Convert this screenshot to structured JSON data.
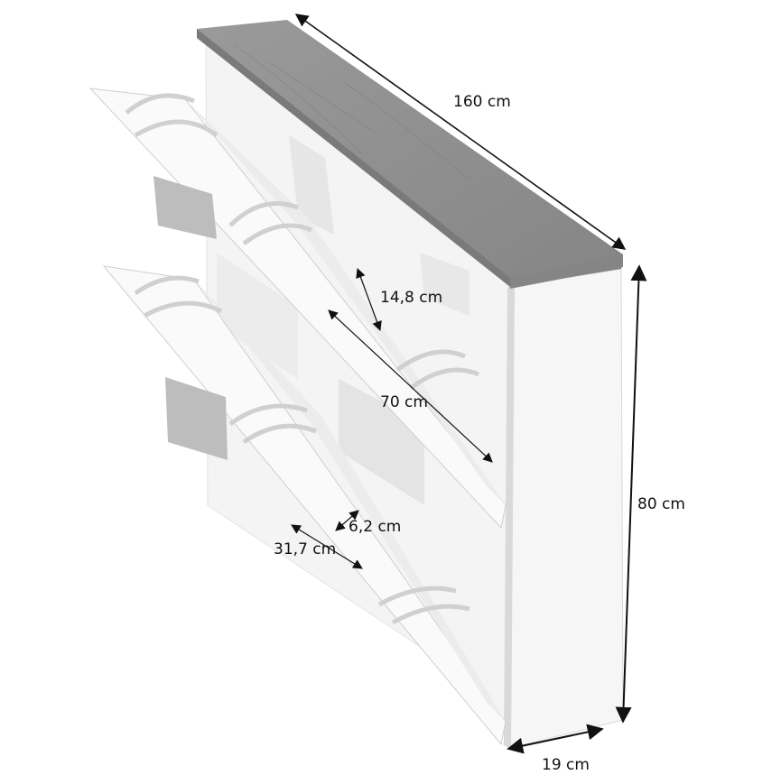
{
  "diagram": {
    "subject": "Shoe cabinet with two tilt-out compartments and wood-look top",
    "colors": {
      "background": "#ffffff",
      "body": "#f2f2f2",
      "body_shade": "#dcdcdc",
      "top_wood": "#8f8f8f",
      "top_edge": "#7a7a7a",
      "dimension_line": "#111111"
    },
    "dimensions": {
      "width": "160 cm",
      "height": "80 cm",
      "depth": "19 cm",
      "upper_compartment_depth": "14,8 cm",
      "inner_length": "70 cm",
      "lower_compartment_depth": "6,2 cm",
      "flap_height": "31,7 cm"
    }
  }
}
